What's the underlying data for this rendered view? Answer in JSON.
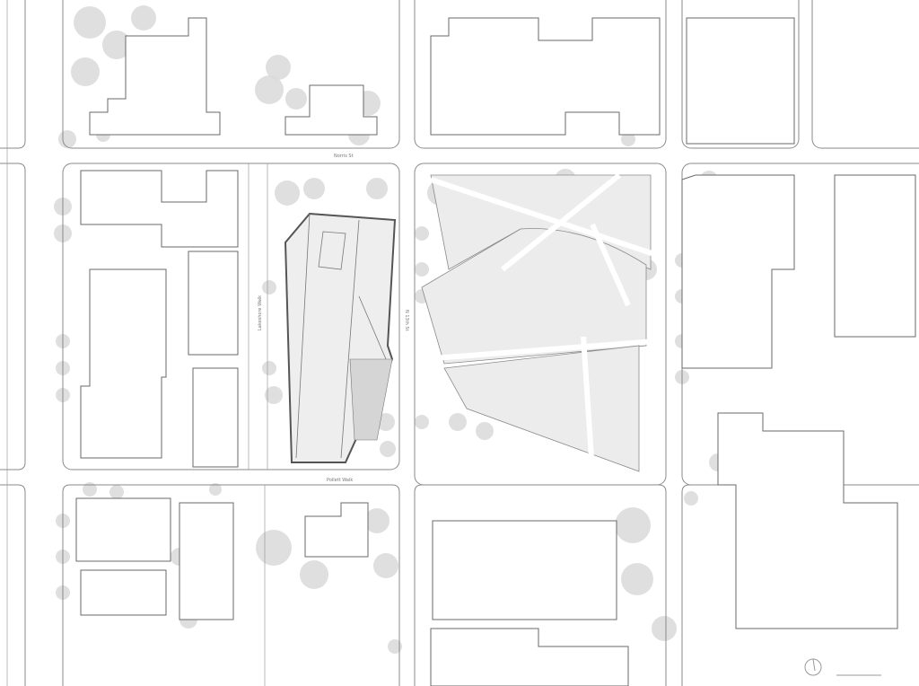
{
  "streets": {
    "norris": "Norris St",
    "lakeshore": "Lakeshore Walk",
    "n13th": "N 13th St",
    "pollett": "Pollett Walk"
  },
  "colors": {
    "linework": "#8a8a8a",
    "trees": "#d9d9d9",
    "paving": "#ececec",
    "background": "#ffffff"
  }
}
